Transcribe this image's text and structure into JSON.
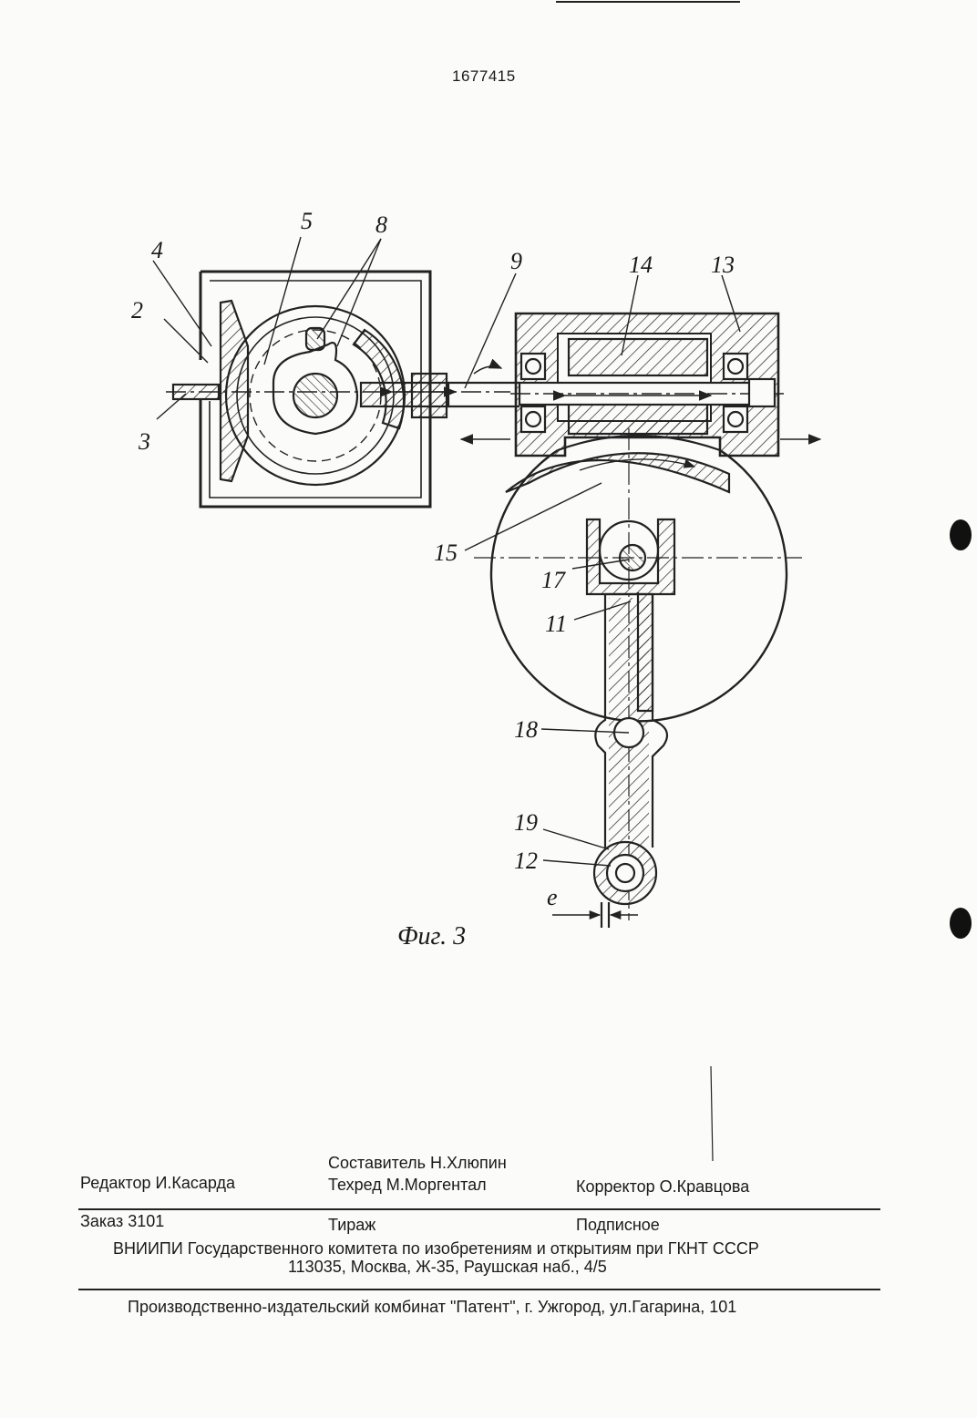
{
  "header": {
    "patent_number": "1677415"
  },
  "figure": {
    "caption": "Фиг. 3",
    "labels": {
      "l2": "2",
      "l3": "3",
      "l4": "4",
      "l5": "5",
      "l8": "8",
      "l9": "9",
      "l11": "11",
      "l12": "12",
      "l13": "13",
      "l14": "14",
      "l15": "15",
      "l17": "17",
      "l18": "18",
      "l19": "19",
      "le": "e"
    }
  },
  "imprint": {
    "editor": "Редактор  И.Касарда",
    "compiler": "Составитель  Н.Хлюпин",
    "techred": "Техред М.Моргентал",
    "corrector": "Корректор  О.Кравцова",
    "order": "Заказ  3101",
    "circulation": "Тираж",
    "subscription": "Подписное",
    "institute": "ВНИИПИ Государственного комитета по изобретениям и открытиям при ГКНТ СССР",
    "address": "113035, Москва, Ж-35, Раушская наб., 4/5",
    "printer": "Производственно-издательский комбинат \"Патент\", г. Ужгород, ул.Гагарина, 101"
  }
}
